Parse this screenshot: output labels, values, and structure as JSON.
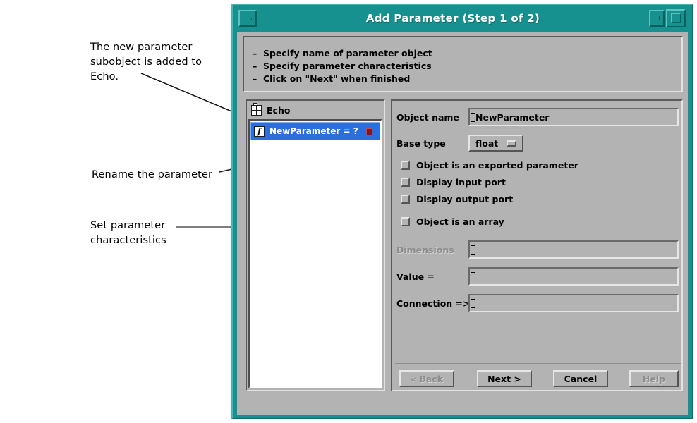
{
  "window": {
    "title": "Add Parameter (Step 1 of 2)",
    "titlebar_color": "#17918f",
    "face_color": "#b3b3b3",
    "selection_color": "#2b6fdd",
    "buttons": {
      "minimize": "minimize",
      "restore": "restore",
      "maximize": "maximize"
    }
  },
  "instructions": [
    "–  Specify name of parameter object",
    "–  Specify parameter characteristics",
    "–  Click on \"Next\" when finished"
  ],
  "tree": {
    "root": {
      "label": "Echo",
      "icon": "grid-icon"
    },
    "items": [
      {
        "label": "NewParameter = ?",
        "icon": "function-f-icon",
        "selected": true,
        "marker": "red-square",
        "marker_color": "#8d1319"
      }
    ]
  },
  "form": {
    "object_name": {
      "label": "Object name",
      "value": "NewParameter",
      "placeholder": ""
    },
    "base_type": {
      "label": "Base type",
      "value": "float",
      "options": [
        "float"
      ]
    },
    "checkboxes": [
      {
        "label": "Object is an exported parameter",
        "checked": false
      },
      {
        "label": "Display input port",
        "checked": false
      },
      {
        "label": "Display output port",
        "checked": false
      },
      {
        "label": "Object is an array",
        "checked": false
      }
    ],
    "dimensions": {
      "label": "Dimensions",
      "value": "",
      "disabled": true
    },
    "value": {
      "label": "Value =",
      "value": "",
      "disabled": false
    },
    "connection": {
      "label": "Connection =>",
      "value": "",
      "disabled": false
    }
  },
  "buttons": [
    {
      "label": "« Back",
      "disabled": true
    },
    {
      "label": "Next >",
      "disabled": false
    },
    {
      "label": "Cancel",
      "disabled": false
    },
    {
      "label": "Help",
      "disabled": true
    }
  ],
  "annotations": [
    {
      "text": "The new parameter\nsubobject is added to\nEcho."
    },
    {
      "text": "Rename the parameter"
    },
    {
      "text": "Set parameter\ncharacteristics"
    }
  ]
}
